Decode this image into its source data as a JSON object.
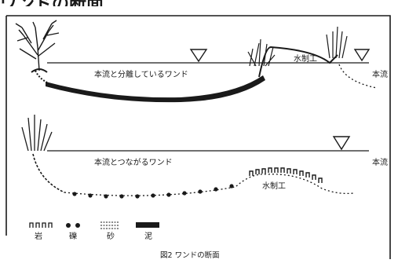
{
  "header_fragment": "ワンドの断面",
  "section_top": {
    "wando_label": "本流と分離しているワンド",
    "groyne_label": "水制工",
    "river_label": "本流"
  },
  "section_bottom": {
    "wando_label": "本流とつながるワンド",
    "groyne_label": "水制工",
    "river_label": "本流"
  },
  "legend": {
    "items": [
      {
        "id": "rock",
        "label": "岩"
      },
      {
        "id": "gravel",
        "label": "礫"
      },
      {
        "id": "sand",
        "label": "砂"
      },
      {
        "id": "mud",
        "label": "泥"
      }
    ]
  },
  "caption": "図2 ワンドの断面",
  "colors": {
    "ink": "#1a1a1a",
    "paper": "#ffffff"
  }
}
